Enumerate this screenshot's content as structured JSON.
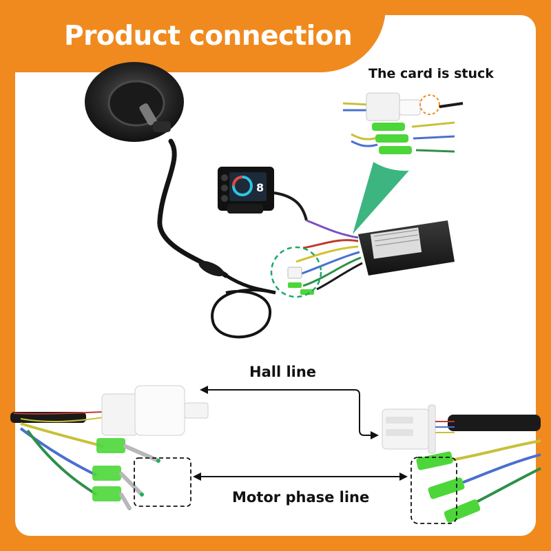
{
  "title": "Product connection",
  "callouts": {
    "card_stuck": "The card is stuck",
    "hall_line": "Hall line",
    "motor_phase_line": "Motor phase line"
  },
  "display": {
    "speed_digit": "8"
  },
  "colors": {
    "brand_orange": "#f08a1e",
    "connector_green": "#4dd63a",
    "focus_green": "#1aa86a",
    "wire_yellow": "#c8c03a",
    "wire_blue": "#4a6fd0",
    "wire_green": "#2f8f4a",
    "wire_red": "#c0392b"
  },
  "icons": {
    "double_arrow": "double-headed-arrow-icon",
    "focus_circle": "dashed-circle-icon"
  }
}
